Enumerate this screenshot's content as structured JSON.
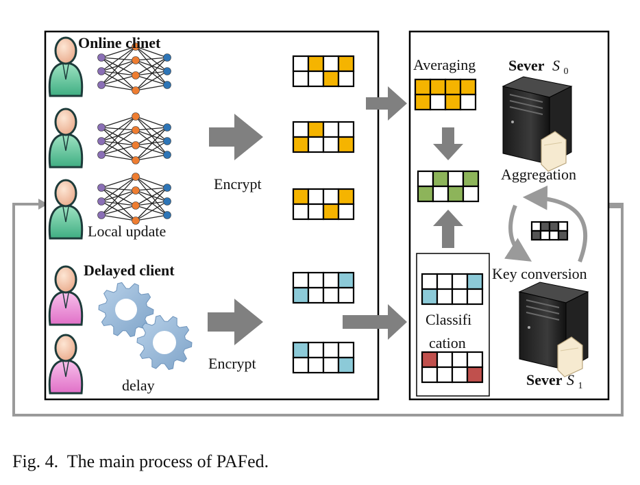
{
  "labels": {
    "online_client": "Online clinet",
    "delayed_client": "Delayed client",
    "local_update": "Local update",
    "delay": "delay",
    "encrypt_top": "Encrypt",
    "encrypt_bottom": "Encrypt",
    "averaging": "Averaging",
    "server0_name": "Sever",
    "server0_sym": "S",
    "server0_sub": "0",
    "aggregation": "Aggregation",
    "key_conversion": "Key conversion",
    "classification_1": "Classifi",
    "classification_2": "cation",
    "server1_name": "Sever",
    "server1_sym": "S",
    "server1_sub": "1"
  },
  "caption": "Fig. 4.  The main process of PAFed.",
  "colors": {
    "online_person": "#5cc49a",
    "delayed_person": "#f08ad6",
    "gear": "#9ab9d8",
    "arrow": "#808080",
    "feedback_line": "#9a9a9a",
    "orange_cell": "#f5b400",
    "blue_cell": "#8ccad8",
    "green_cell": "#8db45a",
    "red_cell": "#c0504d",
    "dark_cell": "#555555",
    "nn_input": "#8a6fb5",
    "nn_hidden": "#ee7d31",
    "nn_output": "#2e75b6"
  },
  "icons": {
    "person": "person-icon",
    "neural_net": "neural-network-icon",
    "gear": "gear-icon",
    "server": "server-icon",
    "document": "document-icon",
    "key": "key-matrix-icon"
  },
  "matrices": {
    "online": [
      {
        "fill": "orange",
        "cells": [
          0,
          1,
          0,
          1,
          0,
          0,
          1,
          0
        ]
      },
      {
        "fill": "orange",
        "cells": [
          0,
          1,
          0,
          0,
          1,
          0,
          0,
          1
        ]
      },
      {
        "fill": "orange",
        "cells": [
          1,
          0,
          0,
          1,
          0,
          0,
          1,
          0
        ]
      }
    ],
    "delayed": [
      {
        "fill": "blue",
        "cells": [
          0,
          0,
          0,
          1,
          1,
          0,
          0,
          0
        ]
      },
      {
        "fill": "blue",
        "cells": [
          1,
          0,
          0,
          0,
          0,
          0,
          0,
          1
        ]
      }
    ],
    "averaging": {
      "fill": "orange",
      "cells": [
        1,
        1,
        1,
        1,
        1,
        0,
        1,
        0
      ]
    },
    "aggregated": {
      "fill": "green",
      "cells": [
        0,
        1,
        0,
        1,
        1,
        0,
        1,
        0
      ]
    },
    "classified_blue": {
      "fill": "blue",
      "cells": [
        0,
        0,
        0,
        1,
        1,
        0,
        0,
        0
      ]
    },
    "classified_red": {
      "fill": "red",
      "cells": [
        1,
        0,
        0,
        0,
        0,
        0,
        0,
        1
      ]
    },
    "key": {
      "fill": "dark",
      "cells": [
        0,
        1,
        1,
        0,
        1,
        0,
        0,
        1
      ]
    }
  }
}
